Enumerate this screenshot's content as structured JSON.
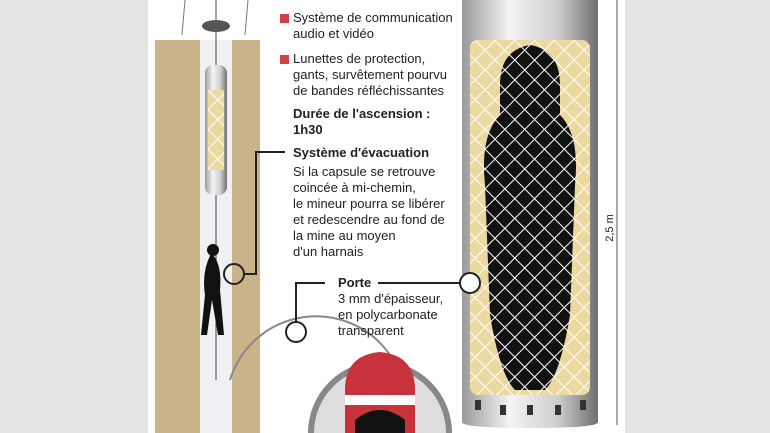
{
  "equipment": [
    {
      "lines": [
        "Système de communication",
        "audio et vidéo"
      ]
    },
    {
      "lines": [
        "Lunettes de protection,",
        "gants, survêtement pourvu",
        "de bandes réfléchissantes"
      ]
    }
  ],
  "ascent": {
    "title": "Durée de l'ascension :",
    "value": "1h30"
  },
  "evacuation": {
    "title": "Système d'évacuation",
    "lines": [
      "Si la capsule se retrouve",
      "coincée à mi-chemin,",
      "le mineur pourra se libérer",
      "et redescendre au fond de",
      "la mine au moyen",
      "d'un harnais"
    ]
  },
  "door": {
    "title": "Porte",
    "lines": [
      "3 mm d'épaisseur,",
      "en polycarbonate",
      "transparent"
    ]
  },
  "dimension": "2,5 m",
  "colors": {
    "bullet": "#d2404a",
    "shaft": "#c9b48a",
    "mesh_fill": "#ecd9a0",
    "capsule_red": "#c8323a"
  }
}
